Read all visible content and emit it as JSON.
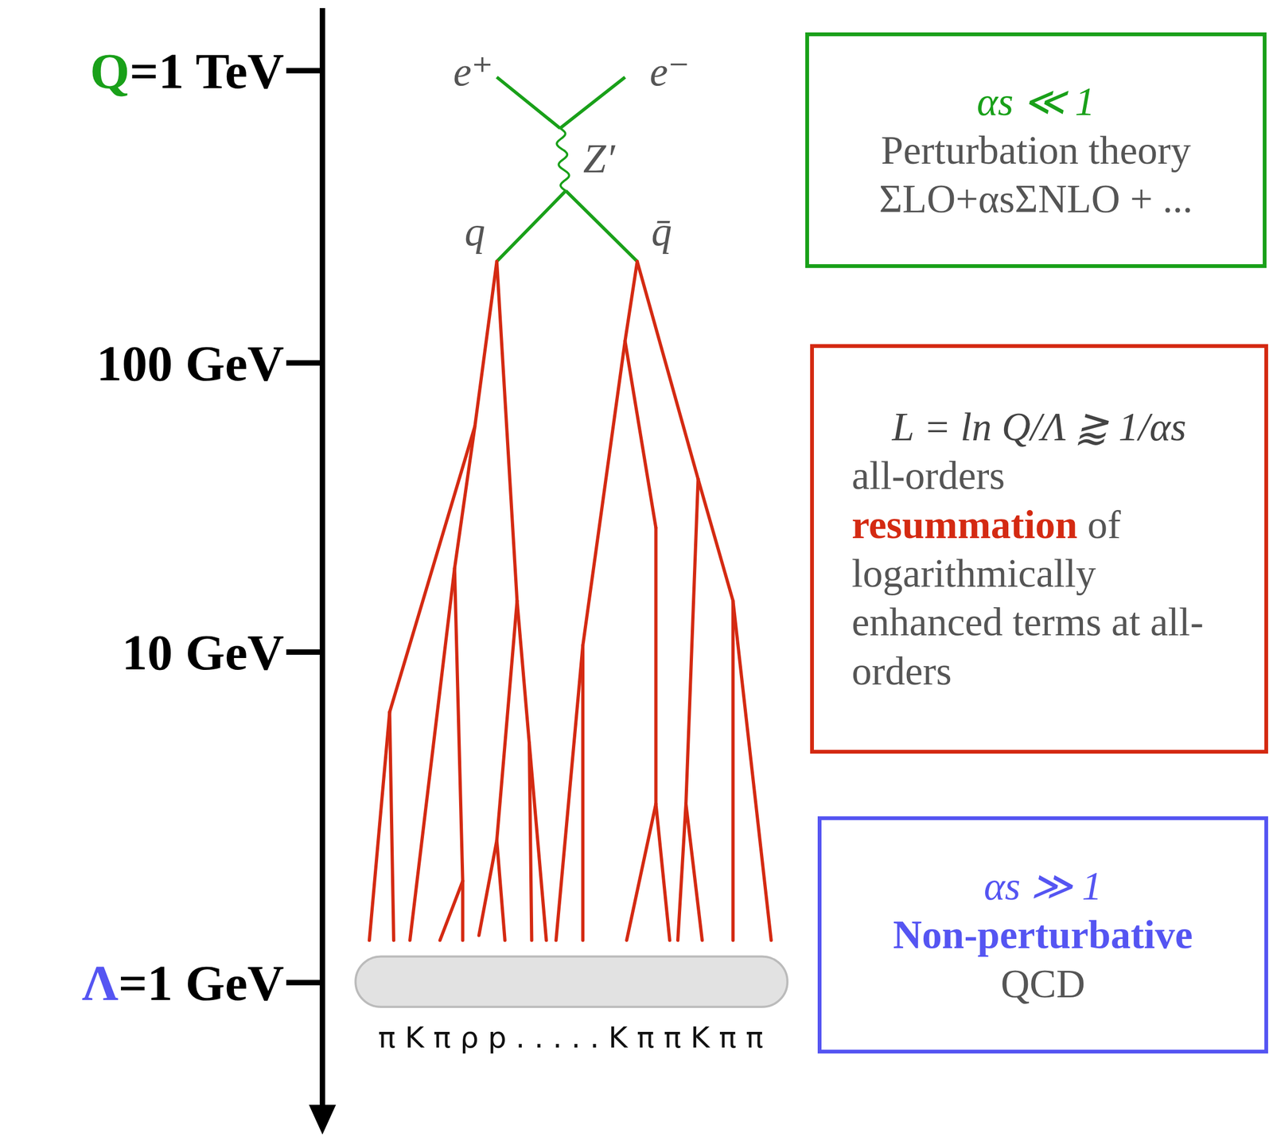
{
  "diagram": {
    "nodes": [
      {
        "text": [
          "αs ≪ 1",
          "Perturbation theory",
          "ΣLO+αsΣNLO + ..."
        ]
      },
      {
        "text": [
          "L = ln Q/Λ ⪆ 1/αs",
          "all-orders",
          "resummation",
          "of logarithmically enhanced terms at all-orders"
        ]
      },
      {
        "text": [
          "αs ≫ 1",
          "Non-perturbative",
          "QCD"
        ]
      }
    ],
    "labels": [
      "Q",
      "=1 TeV",
      "100 GeV",
      "10 GeV",
      "Λ",
      "=1 GeV",
      "e⁺",
      "e⁻",
      "Z′",
      "q",
      "q̄",
      "π K π ρ p . . . . . K π π K π π"
    ]
  }
}
